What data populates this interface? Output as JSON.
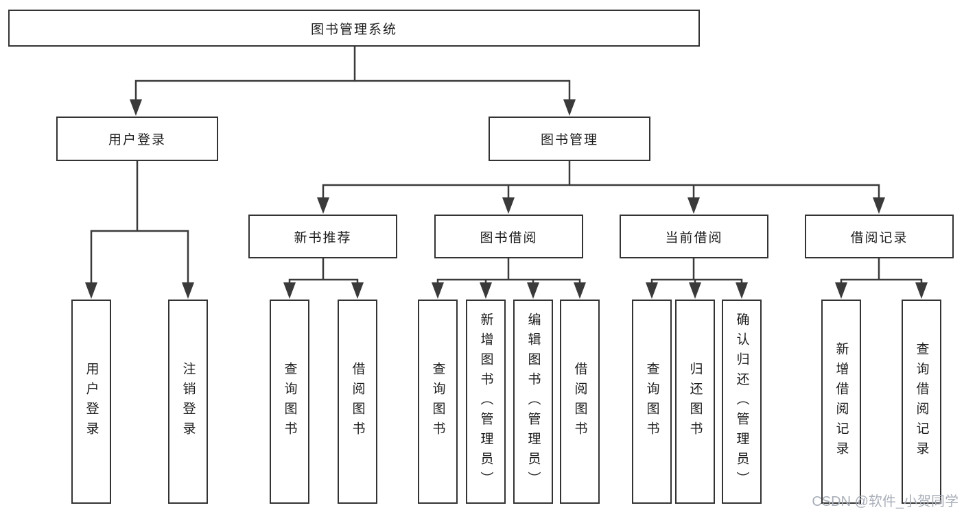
{
  "diagram_title": "图书管理系统",
  "nodes": {
    "root": {
      "label": "图书管理系统"
    },
    "user_login": {
      "label": "用户登录"
    },
    "book_mgmt": {
      "label": "图书管理"
    },
    "new_book_rec": {
      "label": "新书推荐"
    },
    "book_borrow": {
      "label": "图书借阅"
    },
    "current_borrow": {
      "label": "当前借阅"
    },
    "borrow_records": {
      "label": "借阅记录"
    },
    "leaf_user_login": {
      "label": "用户登录"
    },
    "leaf_logout": {
      "label": "注销登录"
    },
    "leaf_nbr_query": {
      "label": "查询图书"
    },
    "leaf_nbr_borrow": {
      "label": "借阅图书"
    },
    "leaf_bb_query": {
      "label": "查询图书"
    },
    "leaf_bb_add": {
      "label": "新增图书（管理员）"
    },
    "leaf_bb_edit": {
      "label": "编辑图书（管理员）"
    },
    "leaf_bb_borrow": {
      "label": "借阅图书"
    },
    "leaf_cb_query": {
      "label": "查询图书"
    },
    "leaf_cb_return": {
      "label": "归还图书"
    },
    "leaf_cb_confirm": {
      "label": "确认归还（管理员）"
    },
    "leaf_br_add": {
      "label": "新增借阅记录"
    },
    "leaf_br_query": {
      "label": "查询借阅记录"
    }
  },
  "hierarchy": {
    "图书管理系统": [
      "用户登录",
      "图书管理"
    ],
    "用户登录": [
      "用户登录",
      "注销登录"
    ],
    "图书管理": [
      "新书推荐",
      "图书借阅",
      "当前借阅",
      "借阅记录"
    ],
    "新书推荐": [
      "查询图书",
      "借阅图书"
    ],
    "图书借阅": [
      "查询图书",
      "新增图书（管理员）",
      "编辑图书（管理员）",
      "借阅图书"
    ],
    "当前借阅": [
      "查询图书",
      "归还图书",
      "确认归还（管理员）"
    ],
    "借阅记录": [
      "新增借阅记录",
      "查询借阅记录"
    ]
  },
  "watermark": {
    "text": "CSDN @软件_小贺同学"
  },
  "colors": {
    "background": "#ffffff",
    "box_border": "#333333",
    "line": "#3a3a3a",
    "text": "#1c1c1c",
    "watermark": "#a9aeb8"
  }
}
